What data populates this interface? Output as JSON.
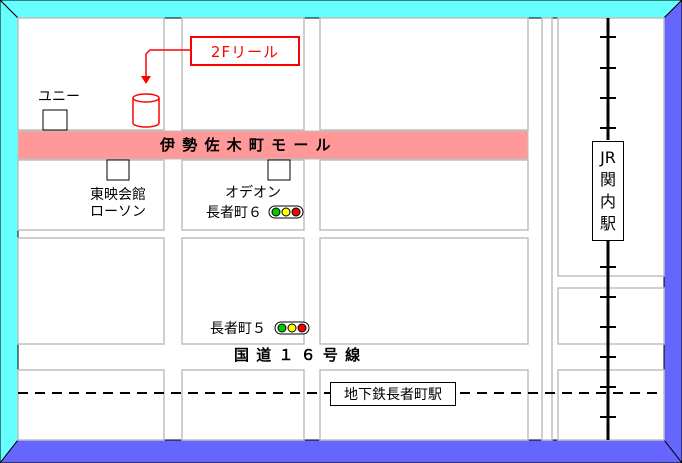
{
  "map": {
    "shop_label": "2Fリール",
    "landmarks": {
      "uny": "ユニー",
      "toei_1": "東映会館",
      "toei_2": "ローソン",
      "odeon_1": "オデオン",
      "odeon_2": "長者町６",
      "chojamachi5": "長者町５"
    },
    "streets": {
      "mall": "伊 勢 佐 木 町 モ ー ル",
      "route16": "国 道 １ ６ 号 線"
    },
    "stations": {
      "jr_kannai": [
        "JR",
        "関",
        "内",
        "駅"
      ],
      "subway": "地下鉄長者町駅"
    },
    "colors": {
      "frame_cyan": "#66ffff",
      "frame_blue": "#6666ff",
      "mall_pink": "#ff9999",
      "marker_red": "#ff0000",
      "block_border": "#cccccc"
    },
    "icons": [
      "traffic-light-icon",
      "building-cylinder-icon",
      "pointer-arrow-icon"
    ]
  }
}
